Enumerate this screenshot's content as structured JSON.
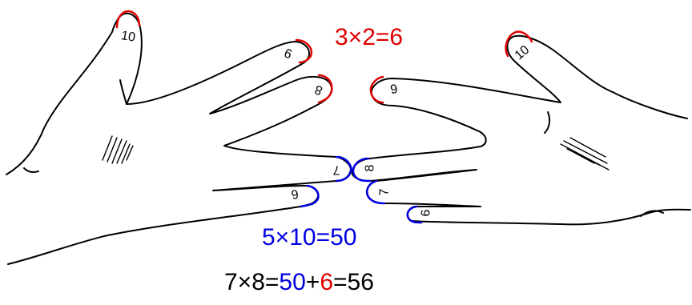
{
  "colors": {
    "red": "#e00000",
    "blue": "#0000e0",
    "black": "#000000"
  },
  "finger_numbers": {
    "left_thumb": "10",
    "left_index": "9",
    "left_middle": "8",
    "left_ring": "7",
    "left_little": "6",
    "right_thumb": "10",
    "right_index": "9",
    "right_middle": "8",
    "right_ring": "7",
    "right_little": "6"
  },
  "equations": {
    "red": {
      "text": "3×2=6",
      "color": "#e00000"
    },
    "blue": {
      "text": "5×10=50",
      "color": "#0000e0"
    },
    "bottom": {
      "lhs": "7×8=",
      "tens": "50",
      "plus": "+",
      "units": "6",
      "result": "=56"
    }
  }
}
